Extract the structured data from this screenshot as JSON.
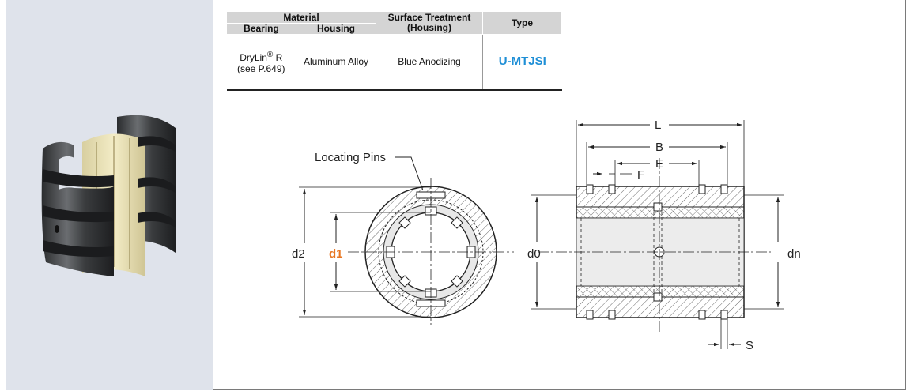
{
  "table": {
    "header_material": "Material",
    "header_surface": "Surface Treatment",
    "header_surface_sub": "(Housing)",
    "header_type": "Type",
    "header_bearing": "Bearing",
    "header_housing": "Housing",
    "row": {
      "bearing_name": "DryLin",
      "bearing_reg": "®",
      "bearing_suffix": " R",
      "bearing_ref": "(see P.649)",
      "housing": "Aluminum Alloy",
      "surface": "Blue Anodizing",
      "type": "U-MTJSI"
    }
  },
  "drawing": {
    "locating_pins": "Locating Pins",
    "d2": "d2",
    "d1": "d1",
    "d0": "d0",
    "dn": "dn",
    "L": "L",
    "B": "B",
    "E": "E",
    "F": "F",
    "S": "S"
  },
  "colors": {
    "type_code": "#1f8fd6",
    "d1_label": "#e87722",
    "panel_bg": "#dfe3eb",
    "header_bg": "#d4d4d4"
  }
}
